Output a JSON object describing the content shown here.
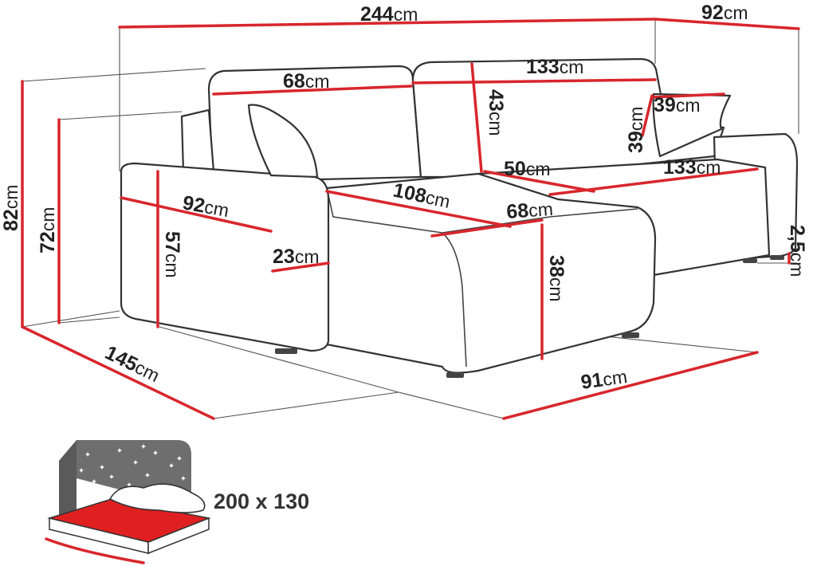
{
  "dimensions": {
    "total_width": {
      "value": "244",
      "unit": "cm"
    },
    "chaise_depth_top": {
      "value": "92",
      "unit": "cm"
    },
    "back_left": {
      "value": "68",
      "unit": "cm"
    },
    "back_right": {
      "value": "133",
      "unit": "cm"
    },
    "back_height": {
      "value": "43",
      "unit": "cm"
    },
    "pillow_width": {
      "value": "39",
      "unit": "cm"
    },
    "pillow_height": {
      "value": "39",
      "unit": "cm"
    },
    "seat_depth": {
      "value": "50",
      "unit": "cm"
    },
    "seat_width_right": {
      "value": "133",
      "unit": "cm"
    },
    "total_height": {
      "value": "82",
      "unit": "cm"
    },
    "arm_height": {
      "value": "72",
      "unit": "cm"
    },
    "arm_depth": {
      "value": "92",
      "unit": "cm"
    },
    "arm_front_height": {
      "value": "57",
      "unit": "cm"
    },
    "arm_width": {
      "value": "23",
      "unit": "cm"
    },
    "chaise_length": {
      "value": "108",
      "unit": "cm"
    },
    "chaise_width": {
      "value": "68",
      "unit": "cm"
    },
    "seat_height": {
      "value": "38",
      "unit": "cm"
    },
    "leg_height": {
      "value": "2,5",
      "unit": "cm"
    },
    "total_depth": {
      "value": "145",
      "unit": "cm"
    },
    "chaise_front_width": {
      "value": "91",
      "unit": "cm"
    }
  },
  "bed_size": "200 x 130",
  "colors": {
    "dimension_line": "#d8262c",
    "outline": "#333333",
    "sleep_panel": "#6e6e6e",
    "mattress": "#e02020"
  },
  "icons": [
    "star-icon"
  ]
}
